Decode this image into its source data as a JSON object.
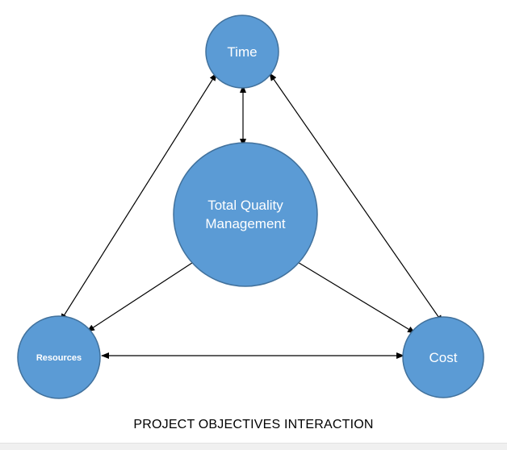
{
  "diagram": {
    "nodes": {
      "time": {
        "label": "Time"
      },
      "tqm": {
        "label_line1": "Total Quality",
        "label_line2": "Management"
      },
      "resources": {
        "label": "Resources"
      },
      "cost": {
        "label": "Cost"
      }
    },
    "caption": "PROJECT OBJECTIVES INTERACTION",
    "colors": {
      "node_fill": "#5b9bd5",
      "node_stroke": "#41719c",
      "arrow": "#000000",
      "label": "#ffffff"
    }
  }
}
